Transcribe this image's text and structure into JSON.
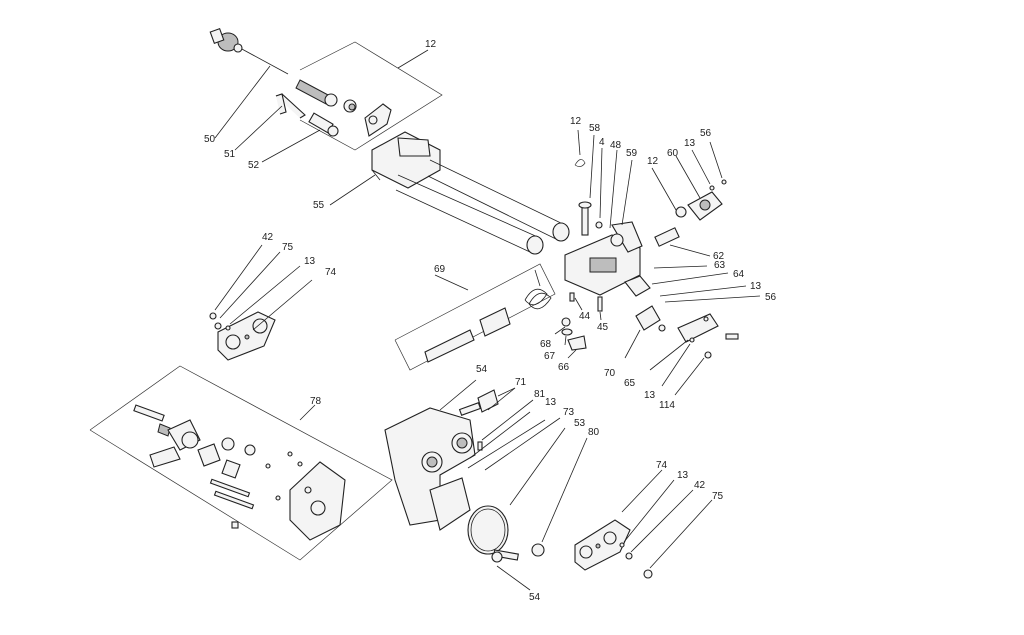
{
  "diagram": {
    "labels": [
      {
        "id": "12a",
        "text": "12"
      },
      {
        "id": "50",
        "text": "50"
      },
      {
        "id": "51",
        "text": "51"
      },
      {
        "id": "52",
        "text": "52"
      },
      {
        "id": "55",
        "text": "55"
      },
      {
        "id": "12b",
        "text": "12"
      },
      {
        "id": "58",
        "text": "58"
      },
      {
        "id": "4",
        "text": "4"
      },
      {
        "id": "48",
        "text": "48"
      },
      {
        "id": "59",
        "text": "59"
      },
      {
        "id": "12c",
        "text": "12"
      },
      {
        "id": "60",
        "text": "60"
      },
      {
        "id": "13a",
        "text": "13"
      },
      {
        "id": "56a",
        "text": "56"
      },
      {
        "id": "42a",
        "text": "42"
      },
      {
        "id": "75a",
        "text": "75"
      },
      {
        "id": "13b",
        "text": "13"
      },
      {
        "id": "74a",
        "text": "74"
      },
      {
        "id": "69",
        "text": "69"
      },
      {
        "id": "62",
        "text": "62"
      },
      {
        "id": "63",
        "text": "63"
      },
      {
        "id": "64",
        "text": "64"
      },
      {
        "id": "13c",
        "text": "13"
      },
      {
        "id": "56b",
        "text": "56"
      },
      {
        "id": "44",
        "text": "44"
      },
      {
        "id": "45",
        "text": "45"
      },
      {
        "id": "68",
        "text": "68"
      },
      {
        "id": "67",
        "text": "67"
      },
      {
        "id": "66",
        "text": "66"
      },
      {
        "id": "70",
        "text": "70"
      },
      {
        "id": "65",
        "text": "65"
      },
      {
        "id": "13d",
        "text": "13"
      },
      {
        "id": "114",
        "text": "114"
      },
      {
        "id": "54a",
        "text": "54"
      },
      {
        "id": "71",
        "text": "71"
      },
      {
        "id": "81",
        "text": "81"
      },
      {
        "id": "13e",
        "text": "13"
      },
      {
        "id": "73",
        "text": "73"
      },
      {
        "id": "53",
        "text": "53"
      },
      {
        "id": "80",
        "text": "80"
      },
      {
        "id": "78",
        "text": "78"
      },
      {
        "id": "74b",
        "text": "74"
      },
      {
        "id": "13f",
        "text": "13"
      },
      {
        "id": "42b",
        "text": "42"
      },
      {
        "id": "75b",
        "text": "75"
      },
      {
        "id": "54b",
        "text": "54"
      }
    ]
  }
}
